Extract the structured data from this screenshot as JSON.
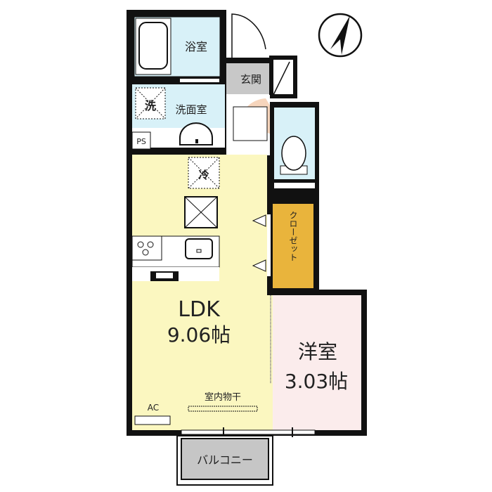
{
  "rooms": {
    "bath": {
      "label": "浴室"
    },
    "entrance": {
      "label": "玄関"
    },
    "washroom": {
      "label": "洗面室"
    },
    "washer_mark": "洗",
    "pipe_space": "PS",
    "fridge_mark": "冷",
    "closet": {
      "label": "クローゼット"
    },
    "ldk": {
      "label": "LDK",
      "size": "9.06帖"
    },
    "western": {
      "label": "洋室",
      "size": "3.03帖"
    },
    "indoor_drying": "室内物干",
    "aircon": "AC",
    "balcony": {
      "label": "バルコニー"
    }
  },
  "colors": {
    "ldk": "#fbf7c0",
    "wet": "#d8f1f8",
    "closet": "#e9b43c",
    "western": "#fbecec",
    "entrance": "#c8c8c8",
    "balcony": "#c6c6c6",
    "wall": "#111111"
  }
}
